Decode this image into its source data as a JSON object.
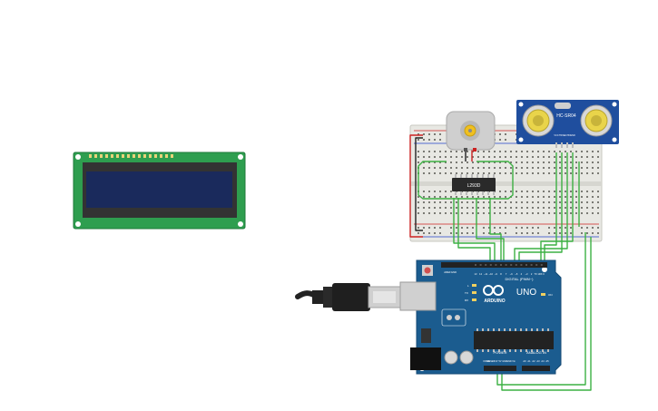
{
  "chip_label": "L293D",
  "sensor_label": "HC-SR04",
  "sensor_pins": [
    "VCC",
    "TRIG",
    "ECHO",
    "GND"
  ],
  "arduino": {
    "brand": "ARDUINO",
    "model": "UNO",
    "digital_label": "DIGITAL (PWM~)",
    "power_label": "POWER",
    "analog_label": "ANALOG IN",
    "aref": "AREF",
    "gnd": "GND",
    "tx": "TX",
    "rx": "RX",
    "on": "ON",
    "l": "L",
    "digital_pins": [
      "13",
      "12",
      "~11",
      "~10",
      "~9",
      "8",
      "7",
      "~6",
      "~5",
      "4",
      "~3",
      "2",
      "TX 1",
      "RX 0"
    ],
    "power_pins": [
      "IOREF",
      "RESET",
      "3.3V",
      "5V",
      "GND",
      "GND",
      "Vin"
    ],
    "analog_pins": [
      "A0",
      "A1",
      "A2",
      "A3",
      "A4",
      "A5"
    ]
  },
  "colors": {
    "pcb_blue": "#1b5c8f",
    "lcd_green": "#2e9e4f",
    "lcd_screen": "#1a2a5c",
    "sensor_blue": "#1f4e9e",
    "wire_green": "#3cb043",
    "wire_red": "#cc2222",
    "wire_black": "#222222",
    "breadboard": "#e8e8e3"
  },
  "icons": {
    "usb_cable": "usb-cable-icon",
    "motor": "dc-motor-icon",
    "reset_button": "reset-button-icon",
    "infinity_logo": "arduino-infinity-icon"
  }
}
